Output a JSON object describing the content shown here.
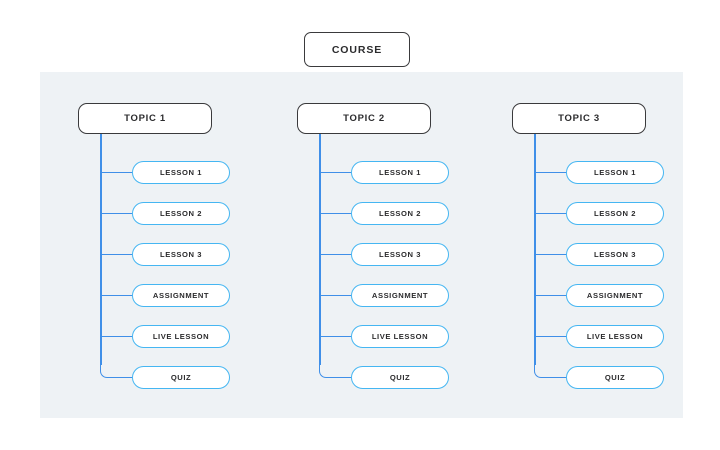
{
  "diagram": {
    "root": {
      "label": "COURSE"
    },
    "columns": [
      {
        "topic": "TOPIC 1",
        "items": [
          "LESSON 1",
          "LESSON 2",
          "LESSON 3",
          "ASSIGNMENT",
          "LIVE LESSON",
          "QUIZ"
        ]
      },
      {
        "topic": "TOPIC 2",
        "items": [
          "LESSON 1",
          "LESSON 2",
          "LESSON 3",
          "ASSIGNMENT",
          "LIVE LESSON",
          "QUIZ"
        ]
      },
      {
        "topic": "TOPIC 3",
        "items": [
          "LESSON 1",
          "LESSON 2",
          "LESSON 3",
          "ASSIGNMENT",
          "LIVE LESSON",
          "QUIZ"
        ]
      }
    ],
    "colors": {
      "canvas_background": "#ffffff",
      "panel_background": "#eef2f5",
      "node_border": "#3a3a3c",
      "connector_line": "#3f8fe8",
      "pill_border": "#45b6f2",
      "text": "#2b2b2d"
    }
  }
}
